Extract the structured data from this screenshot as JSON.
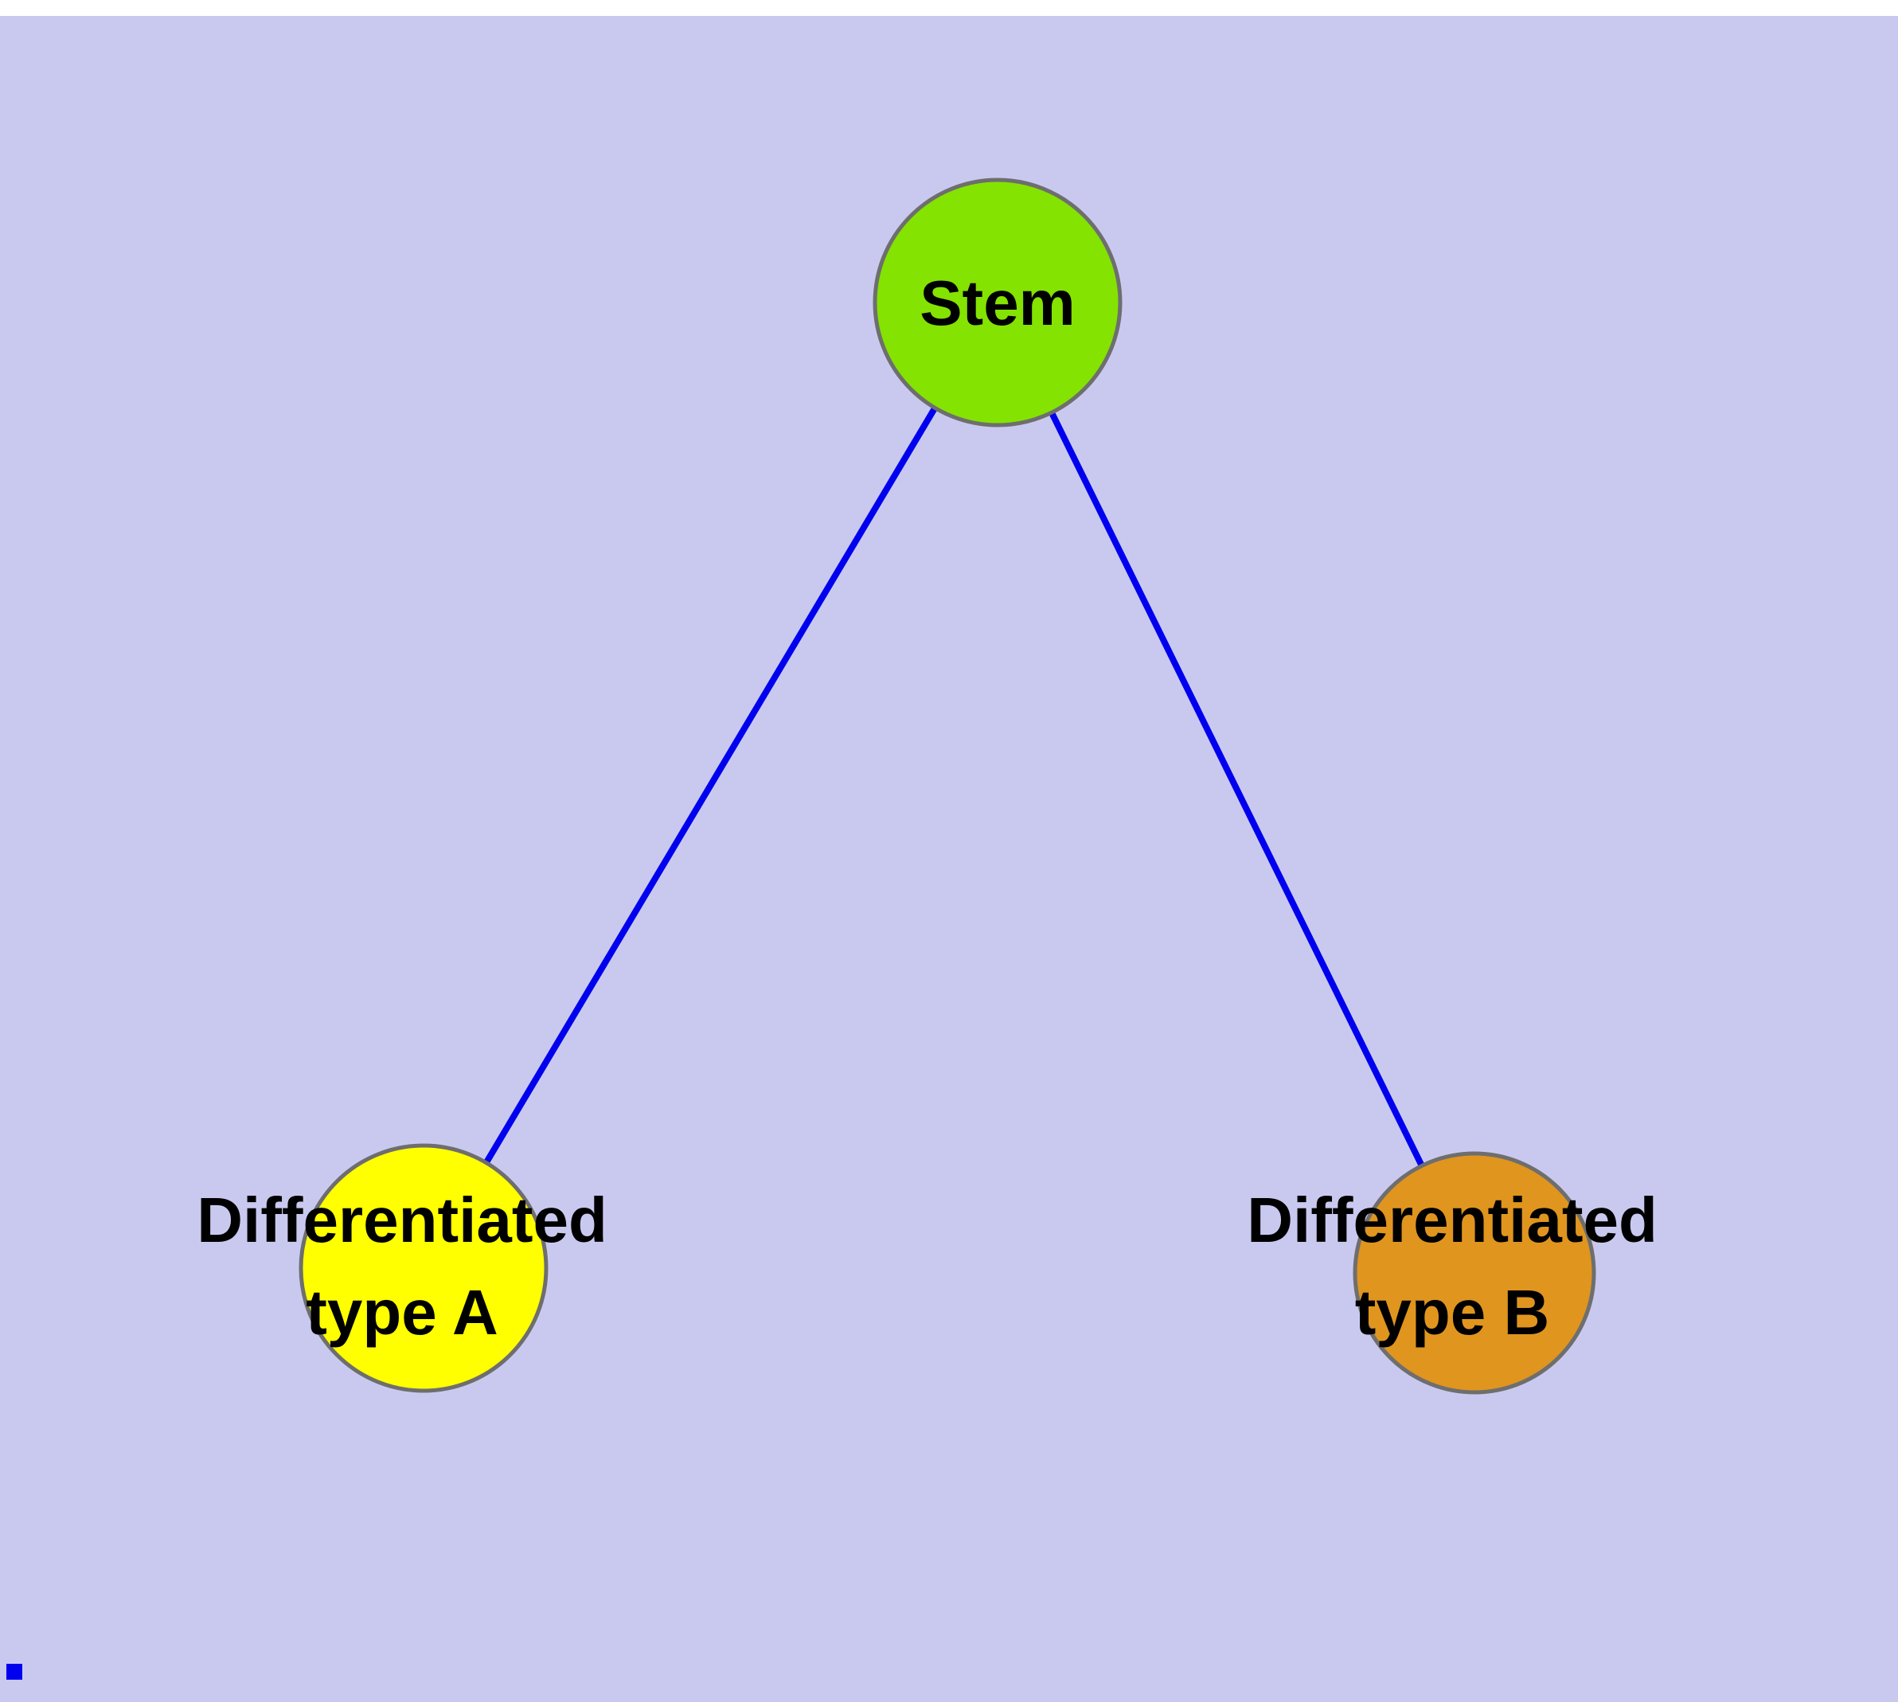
{
  "diagram": {
    "background_color": "#c9c9f0",
    "margin_color": "#ffffff",
    "edge_color": "#0000ee",
    "text_color": "#000000",
    "node_border_color": "#6e6e6e",
    "nodes": [
      {
        "id": "stem",
        "label": "Stem",
        "color": "#84e300"
      },
      {
        "id": "differentiated-type-a",
        "label_line1": "Differentiated",
        "label_line2": "type A",
        "color": "#ffff00"
      },
      {
        "id": "differentiated-type-b",
        "label_line1": "Differentiated",
        "label_line2": "type B",
        "color": "#e0951f"
      }
    ],
    "edges": [
      {
        "from": "Stem",
        "to": "Differentiated type A"
      },
      {
        "from": "Stem",
        "to": "Differentiated type B"
      }
    ]
  }
}
